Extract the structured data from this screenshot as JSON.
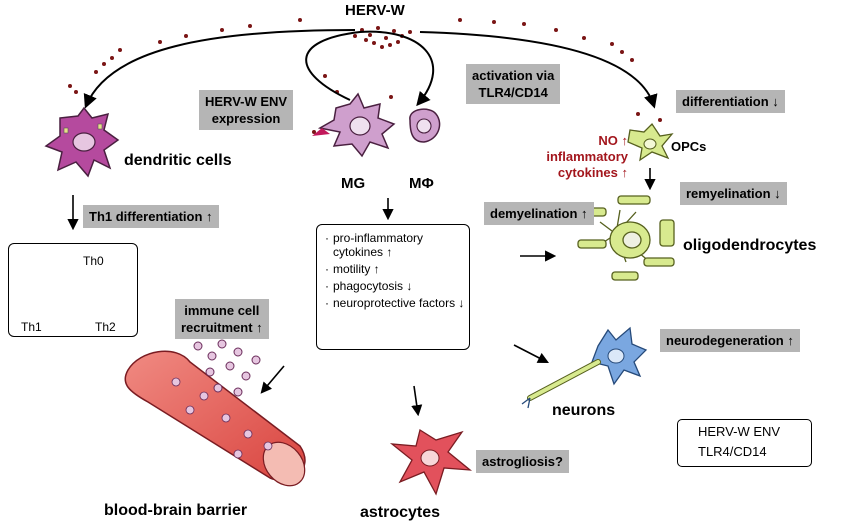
{
  "title": "HERV-W",
  "cells": {
    "dendritic": "dendritic cells",
    "mg": "MG",
    "mphi": "MΦ",
    "opcs": "OPCs",
    "oligodendrocytes": "oligodendrocytes",
    "neurons": "neurons",
    "astrocytes": "astrocytes",
    "bbb": "blood-brain barrier"
  },
  "boxes": {
    "env_expression": [
      "HERV-W ENV",
      "expression"
    ],
    "activation": [
      "activation via",
      "TLR4/CD14"
    ],
    "differentiation": "differentiation ↓",
    "remyelination": "remyelination ↓",
    "demyelination": "demyelination ↑",
    "th1": "Th1 differentiation ↑",
    "immune": [
      "immune cell",
      "recruitment ↑"
    ],
    "neurodegeneration": "neurodegeneration ↑",
    "astrogliosis": "astrogliosis?"
  },
  "red_text": [
    "NO ↑",
    "inflammatory",
    "cytokines ↑"
  ],
  "effects": [
    {
      "text": "pro-inflammatory cytokines ↑"
    },
    {
      "text": "motility ↑"
    },
    {
      "text": "phagocytosis ↓"
    },
    {
      "text": "neuroprotective factors ↓"
    }
  ],
  "th": {
    "th0": "Th0",
    "th1": "Th1",
    "th2": "Th2"
  },
  "legend": {
    "env": "HERV-W ENV",
    "receptor": "TLR4/CD14"
  },
  "colors": {
    "dendritic": "#b54a9e",
    "microglia": "#cf9fcd",
    "opc": "#d8ea8f",
    "neuron": "#7aa7e0",
    "astrocyte": "#e2515c",
    "vessel": "#e2625f",
    "particle": "#7a1515",
    "gray_box": "#b5b5b5",
    "red_text": "#a3161d"
  }
}
